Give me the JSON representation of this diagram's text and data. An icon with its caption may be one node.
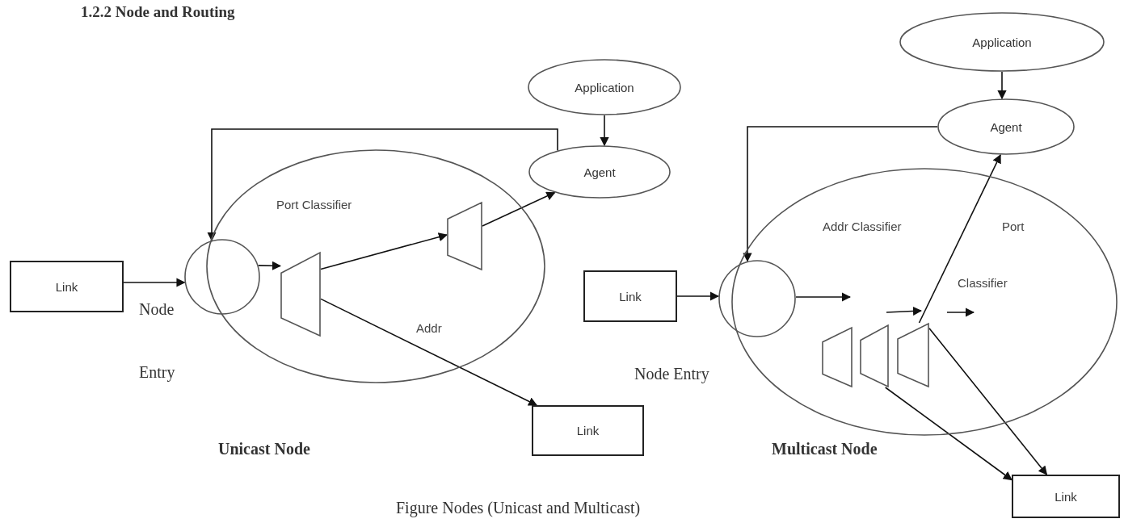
{
  "diagram": {
    "title": "1.2.2 Node and Routing",
    "caption": "Figure Nodes (Unicast and Multicast)",
    "nodes": [
      {
        "text": [],
        "shape": "ellipse",
        "beside": [
          "Unicast Node"
        ]
      },
      {
        "text": [
          "Link"
        ]
      },
      {
        "text": [],
        "shape": "circle"
      },
      {
        "text": [],
        "shape": "trapezoid",
        "in": 0
      },
      {
        "text": [],
        "shape": "trapezoid",
        "in": 0
      },
      {
        "text": [
          "Application"
        ]
      },
      {
        "text": [
          "Agent"
        ]
      },
      {
        "text": [
          "Link"
        ]
      },
      {
        "text": [],
        "shape": "ellipse",
        "beside": [
          "Multicast Node"
        ]
      },
      {
        "text": [
          "Link"
        ]
      },
      {
        "text": [],
        "shape": "circle"
      },
      {
        "text": [],
        "shape": "trapezoid",
        "in": 8
      },
      {
        "text": [],
        "shape": "trapezoid",
        "in": 8
      },
      {
        "text": [],
        "shape": "trapezoid",
        "in": 8
      },
      {
        "text": [
          "Application"
        ]
      },
      {
        "text": [
          "Agent"
        ]
      },
      {
        "text": [
          "Link"
        ]
      }
    ],
    "edges": [
      {
        "from": 1,
        "to": 2,
        "arrow": "to"
      },
      {
        "from": 2,
        "to": 3,
        "arrow": "to"
      },
      {
        "from": 3,
        "to": 4,
        "arrow": "to"
      },
      {
        "from": 4,
        "to": 6,
        "arrow": "to"
      },
      {
        "from": 3,
        "to": 7,
        "arrow": "to"
      },
      {
        "from": 5,
        "to": 6,
        "arrow": "to"
      },
      {
        "from": 6,
        "to": 2,
        "arrow": "to"
      },
      {
        "from": 9,
        "to": 10,
        "arrow": "to"
      },
      {
        "from": 10,
        "to": null,
        "arrow": "to"
      },
      {
        "from": 12,
        "to": 16,
        "arrow": "to"
      },
      {
        "from": 13,
        "to": 16,
        "arrow": "to"
      },
      {
        "from": 13,
        "to": 15,
        "arrow": "to"
      },
      {
        "from": 14,
        "to": 15,
        "arrow": "to"
      },
      {
        "from": 15,
        "to": 10,
        "arrow": "to"
      }
    ],
    "labels": [
      "Port Classifier",
      "Addr Classifier",
      "Port",
      "Classifier",
      "Node",
      "Addr",
      "Entry",
      "Node Entry"
    ]
  }
}
